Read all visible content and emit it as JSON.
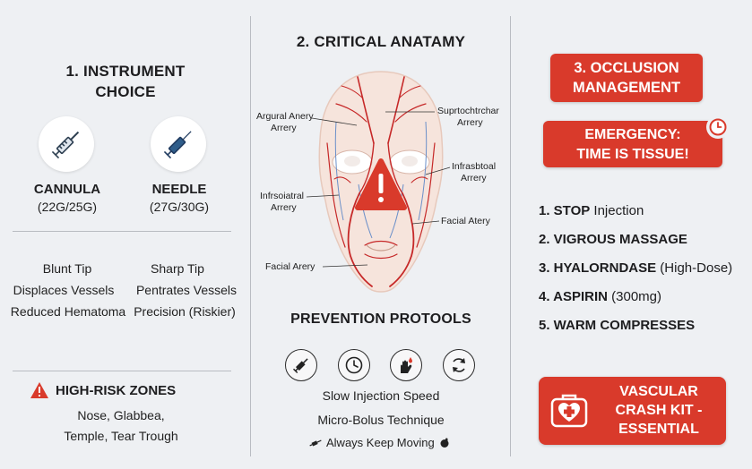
{
  "instrument": {
    "title_line1": "1. INSTRUMENT",
    "title_line2": "CHOICE",
    "cannula": {
      "name": "CANNULA",
      "gauge": "(22G/25G)",
      "icon": "cannula-syringe-icon"
    },
    "needle": {
      "name": "NEEDLE",
      "gauge": "(27G/30G)",
      "icon": "needle-syringe-icon"
    },
    "cannula_traits": [
      "Blunt Tip",
      "Displaces Vessels",
      "Reduced Hematoma"
    ],
    "needle_traits": [
      "Sharp Tip",
      "Pentrates Vessels",
      "Precision (Riskier)"
    ]
  },
  "high_risk": {
    "title": "HIGH-RISK ZONES",
    "zones_line1": "Nose, Glabbea,",
    "zones_line2": "Temple, Tear Trough",
    "icon": "warning-triangle-icon"
  },
  "anatomy": {
    "title": "2. CRITICAL ANATAMY",
    "labels": {
      "angular_1": "Argural Anery",
      "angular_2": "Arrery",
      "supratrochlear_1": "Suprtochtrchar",
      "supratrochlear_2": "Arrery",
      "infraorbital_right_1": "Infrasbtoal",
      "infraorbital_right_2": "Arrery",
      "infraorbital_left_1": "Infrsoiatral",
      "infraorbital_left_2": "Arrery",
      "facial_right": "Facial Atery",
      "facial_left": "Facial Arery"
    }
  },
  "prevention": {
    "title": "PREVENTION PROTOOLS",
    "icons": [
      "syringe-icon",
      "clock-icon",
      "hand-drop-icon",
      "rotate-icon"
    ],
    "items": [
      "Slow Injection Speed",
      "Micro-Bolus Technique",
      "Always Keep Moving"
    ]
  },
  "occlusion": {
    "title_line1": "3. OCCLUSION",
    "title_line2": "MANAGEMENT",
    "emergency_line1": "EMERGENCY:",
    "emergency_line2": "TIME IS TISSUE!",
    "steps": [
      {
        "bold": "1. STOP",
        "rest": " Injection"
      },
      {
        "bold": "2. VIGROUS MASSAGE",
        "rest": ""
      },
      {
        "bold": "3. HYALORNDASE",
        "rest": " (High-Dose)"
      },
      {
        "bold": "4. ASPIRIN",
        "rest": " (300mg)"
      },
      {
        "bold": "5. WARM COMPRESSES",
        "rest": ""
      }
    ],
    "crash_kit_line1": "VASCULAR",
    "crash_kit_line2": "CRASH KIT -",
    "crash_kit_line3": "ESSENTIAL"
  },
  "colors": {
    "accent_red": "#d93a2b",
    "artery_red": "#c62828",
    "vein_blue": "#6a8fc9",
    "background": "#eef0f3"
  }
}
